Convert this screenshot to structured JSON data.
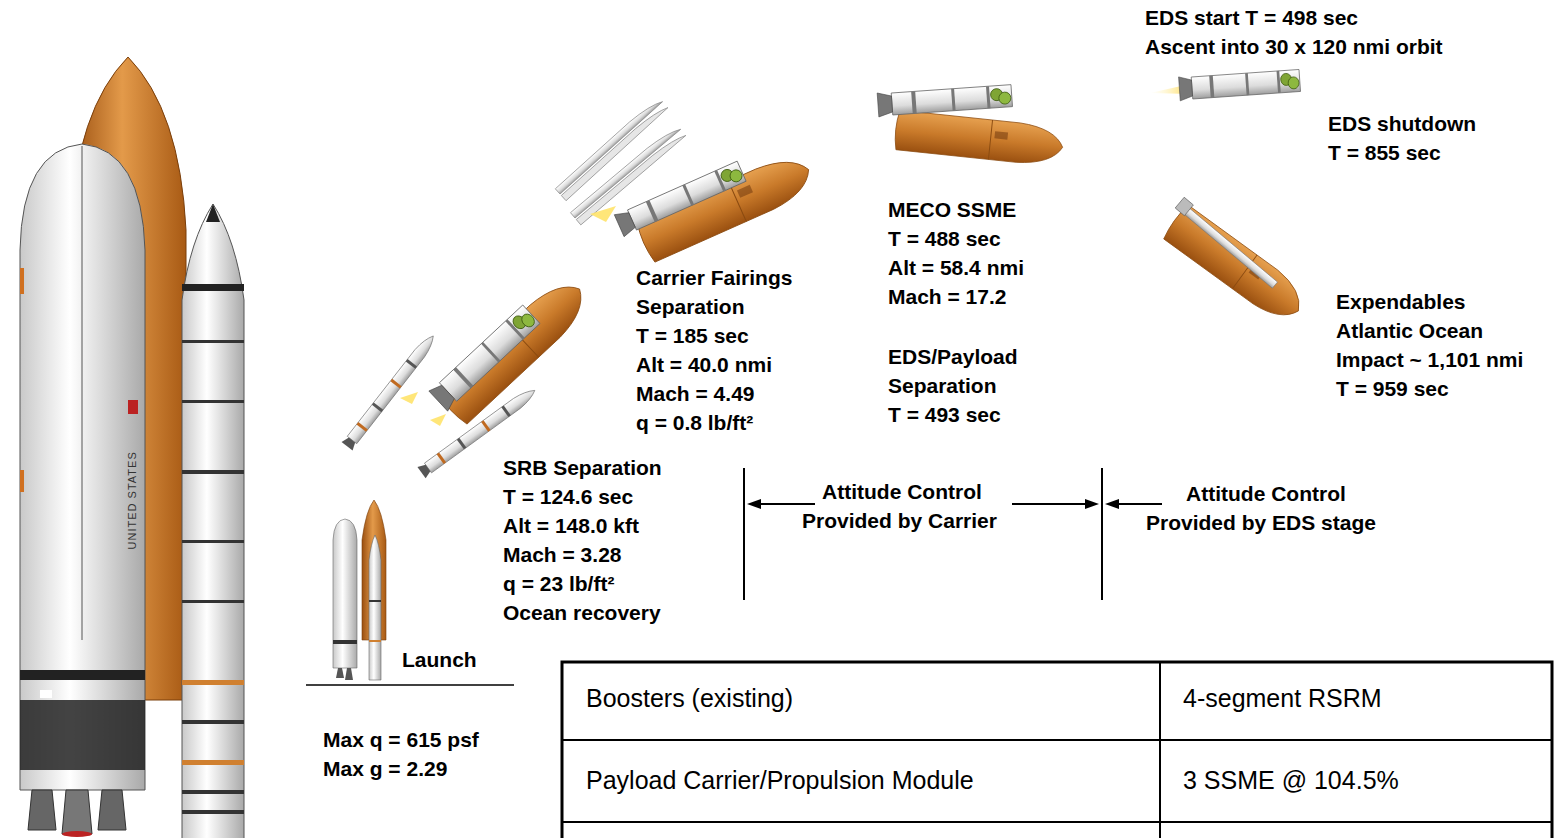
{
  "diagram": {
    "labels": [
      "EDS start T = 498 sec",
      "Ascent into 30 x 120 nmi orbit",
      "EDS shutdown",
      "T = 855 sec",
      "MECO SSME",
      "T = 488 sec",
      "Alt = 58.4 nmi",
      "Mach = 17.2",
      "EDS/Payload",
      "Separation",
      "T = 493 sec",
      "Carrier Fairings",
      "Separation",
      "T = 185 sec",
      "Alt = 40.0 nmi",
      "Mach = 4.49",
      "q = 0.8 lb/ft²",
      "Expendables",
      "Atlantic Ocean",
      "Impact ~ 1,101 nmi",
      "T = 959 sec",
      "SRB Separation",
      "T = 124.6 sec",
      "Alt = 148.0 kft",
      "Mach = 3.28",
      "q = 23 lb/ft²",
      "Ocean recovery",
      "Attitude Control",
      "Provided by Carrier",
      "Attitude Control",
      "Provided by EDS stage",
      "Launch",
      "Max q = 615 psf",
      "Max g = 2.29",
      "Boosters (existing)",
      "4-segment RSRM",
      "Payload Carrier/Propulsion Module",
      "3 SSME @ 104.5%",
      "UNITED STATES"
    ]
  }
}
